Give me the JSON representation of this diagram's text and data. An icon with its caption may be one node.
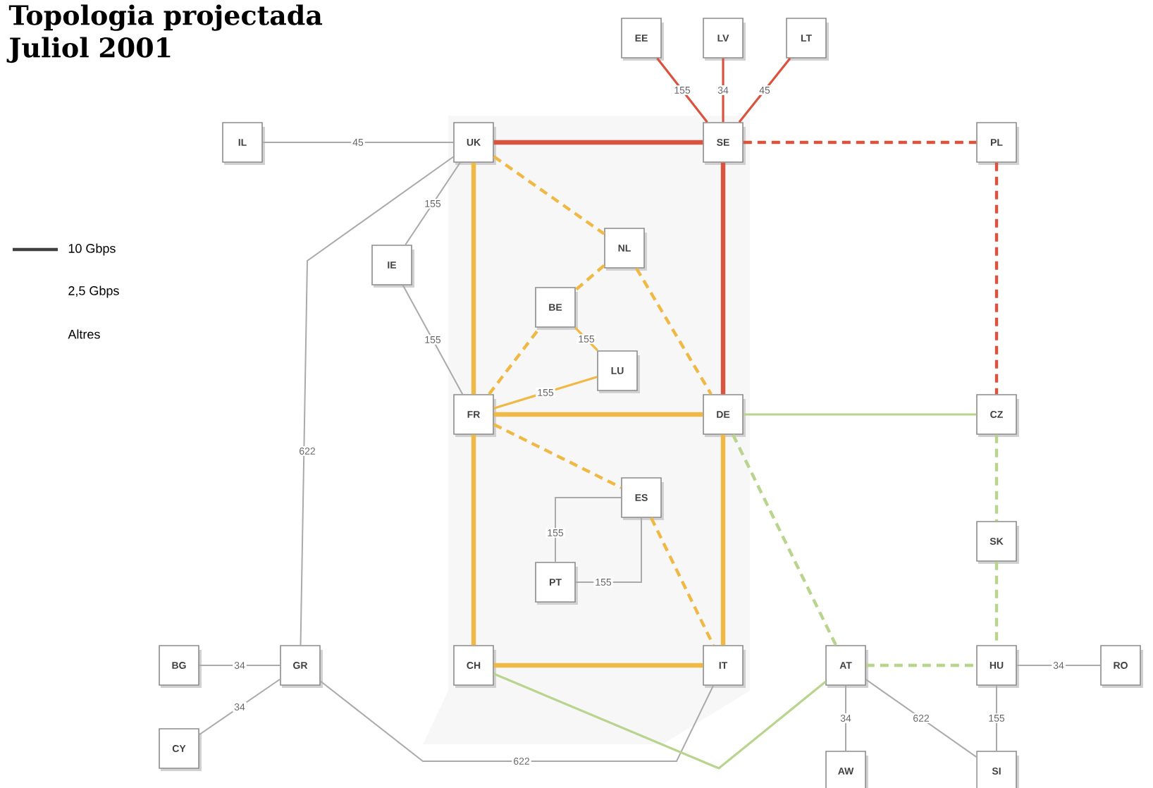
{
  "diagram": {
    "title": "Topologia projectada Juliol 2001",
    "nodes": [
      {
        "text": [
          "EE"
        ]
      },
      {
        "text": [
          "LV"
        ]
      },
      {
        "text": [
          "LT"
        ]
      },
      {
        "text": [
          "IL"
        ]
      },
      {
        "text": [
          "UK"
        ]
      },
      {
        "text": [
          "SE"
        ]
      },
      {
        "text": [
          "PL"
        ]
      },
      {
        "text": [
          "NL"
        ]
      },
      {
        "text": [
          "IE"
        ]
      },
      {
        "text": [
          "BE"
        ]
      },
      {
        "text": [
          "LU"
        ]
      },
      {
        "text": [
          "FR"
        ]
      },
      {
        "text": [
          "DE"
        ]
      },
      {
        "text": [
          "CZ"
        ]
      },
      {
        "text": [
          "ES"
        ]
      },
      {
        "text": [
          "SK"
        ]
      },
      {
        "text": [
          "PT"
        ]
      },
      {
        "text": [
          "BG"
        ]
      },
      {
        "text": [
          "GR"
        ]
      },
      {
        "text": [
          "CH"
        ]
      },
      {
        "text": [
          "IT"
        ]
      },
      {
        "text": [
          "AT"
        ]
      },
      {
        "text": [
          "HU"
        ]
      },
      {
        "text": [
          "RO"
        ]
      },
      {
        "text": [
          "CY"
        ]
      },
      {
        "text": [
          "AW"
        ]
      },
      {
        "text": [
          "SI"
        ]
      }
    ],
    "edges": [
      {
        "from": 3,
        "to": 4,
        "arrow": "none",
        "label": "45"
      },
      {
        "from": 4,
        "to": 5,
        "arrow": "none",
        "style": "thick",
        "color": "#d9533f"
      },
      {
        "from": 0,
        "to": 5,
        "arrow": "none",
        "label": "155",
        "color": "#d9533f"
      },
      {
        "from": 1,
        "to": 5,
        "arrow": "none",
        "label": "34",
        "color": "#d9533f"
      },
      {
        "from": 2,
        "to": 5,
        "arrow": "none",
        "label": "45",
        "color": "#d9533f"
      },
      {
        "from": 5,
        "to": 6,
        "arrow": "none",
        "style": "dashed",
        "color": "#d9533f"
      },
      {
        "from": 4,
        "to": 7,
        "arrow": "none",
        "style": "dashed",
        "color": "#f0b845"
      },
      {
        "from": 4,
        "to": 8,
        "arrow": "none",
        "label": "155"
      },
      {
        "from": 4,
        "to": 18,
        "arrow": "none",
        "label": "622"
      },
      {
        "from": 4,
        "to": 11,
        "arrow": "none",
        "style": "thick",
        "color": "#f0b845"
      },
      {
        "from": 5,
        "to": 12,
        "arrow": "none",
        "style": "thick",
        "color": "#d9533f"
      },
      {
        "from": 6,
        "to": 13,
        "arrow": "none",
        "style": "dashed",
        "color": "#d9533f"
      },
      {
        "from": 7,
        "to": 9,
        "arrow": "none",
        "style": "dashed",
        "color": "#f0b845"
      },
      {
        "from": 7,
        "to": 12,
        "arrow": "none",
        "style": "dashed",
        "color": "#f0b845"
      },
      {
        "from": 8,
        "to": 11,
        "arrow": "none",
        "label": "155"
      },
      {
        "from": 9,
        "to": 10,
        "arrow": "none",
        "label": "155",
        "color": "#f0b845"
      },
      {
        "from": 11,
        "to": 9,
        "arrow": "none",
        "style": "dashed",
        "color": "#f0b845"
      },
      {
        "from": 11,
        "to": 10,
        "arrow": "none",
        "label": "155",
        "color": "#f0b845"
      },
      {
        "from": 11,
        "to": 12,
        "arrow": "none",
        "style": "thick",
        "color": "#f0b845"
      },
      {
        "from": 11,
        "to": 19,
        "arrow": "none",
        "style": "thick",
        "color": "#f0b845"
      },
      {
        "from": 11,
        "to": 14,
        "arrow": "none",
        "style": "dashed",
        "color": "#f0b845"
      },
      {
        "from": 12,
        "to": 13,
        "arrow": "none",
        "color": "#b9d48e"
      },
      {
        "from": 12,
        "to": 20,
        "arrow": "none",
        "style": "thick",
        "color": "#f0b845"
      },
      {
        "from": 12,
        "to": 21,
        "arrow": "none",
        "style": "dashed",
        "color": "#b9d48e"
      },
      {
        "from": 13,
        "to": 15,
        "arrow": "none",
        "style": "dashed",
        "color": "#b9d48e"
      },
      {
        "from": 14,
        "to": 16,
        "arrow": "none",
        "label": "155"
      },
      {
        "from": 16,
        "to": 14,
        "arrow": "none",
        "label": "155"
      },
      {
        "from": 14,
        "to": 20,
        "arrow": "none",
        "style": "dashed",
        "color": "#f0b845"
      },
      {
        "from": 15,
        "to": 22,
        "arrow": "none",
        "style": "dashed",
        "color": "#b9d48e"
      },
      {
        "from": 17,
        "to": 18,
        "arrow": "none",
        "label": "34"
      },
      {
        "from": 18,
        "to": 20,
        "arrow": "none",
        "label": "622"
      },
      {
        "from": 18,
        "to": 24,
        "arrow": "none",
        "label": "34"
      },
      {
        "from": 19,
        "to": 20,
        "arrow": "none",
        "style": "thick",
        "color": "#f0b845"
      },
      {
        "from": 19,
        "to": 21,
        "arrow": "none",
        "color": "#b9d48e"
      },
      {
        "from": 21,
        "to": 22,
        "arrow": "none",
        "style": "dashed",
        "color": "#b9d48e"
      },
      {
        "from": 22,
        "to": 23,
        "arrow": "none",
        "label": "34"
      },
      {
        "from": 21,
        "to": 25,
        "arrow": "none",
        "label": "34"
      },
      {
        "from": 21,
        "to": 26,
        "arrow": "none",
        "label": "622"
      },
      {
        "from": 22,
        "to": 26,
        "arrow": "none",
        "label": "155"
      }
    ],
    "legend": [
      {
        "text": "10 Gbps"
      },
      {
        "text": "2,5 Gbps"
      },
      {
        "text": "Altres"
      }
    ]
  }
}
